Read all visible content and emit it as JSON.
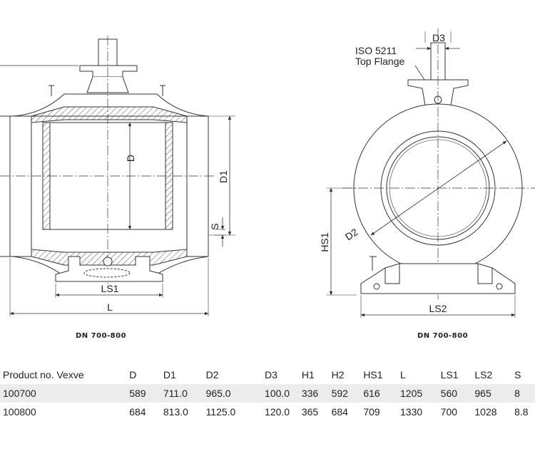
{
  "left_view": {
    "dims": {
      "D": "D",
      "D1": "D1",
      "S": "S",
      "LS1": "LS1",
      "L": "L"
    },
    "caption": "DN 700-800"
  },
  "right_view": {
    "flange_note": {
      "line1": "ISO 5211",
      "line2": "Top Flange"
    },
    "dims": {
      "D3": "D3",
      "D2": "D2",
      "HS1": "HS1",
      "LS2": "LS2"
    },
    "caption": "DN 700-800"
  },
  "table": {
    "headers": [
      "Product no. Vexve",
      "D",
      "D1",
      "D2",
      "D3",
      "H1",
      "H2",
      "HS1",
      "L",
      "LS1",
      "LS2",
      "S"
    ],
    "rows": [
      [
        "100700",
        "589",
        "711.0",
        "965.0",
        "100.0",
        "336",
        "592",
        "616",
        "1205",
        "560",
        "965",
        "8"
      ],
      [
        "100800",
        "684",
        "813.0",
        "1125.0",
        "120.0",
        "365",
        "684",
        "709",
        "1330",
        "700",
        "1028",
        "8.8"
      ]
    ]
  }
}
